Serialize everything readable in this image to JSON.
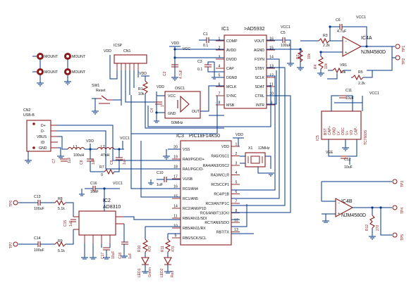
{
  "schematic": {
    "mount_holes": [
      "MOUNT",
      "MOUNT",
      "MOUNT",
      "MOUNT"
    ],
    "icsp": {
      "ref": "ICSP",
      "conn": "CN1",
      "vdd": "VDD"
    },
    "reset": {
      "ref": "SW1",
      "label": "Reset"
    },
    "usb": {
      "ref": "CN2",
      "type": "USB-B",
      "pins": [
        "D+",
        "D-",
        "VBUS",
        "ID",
        "GND"
      ]
    },
    "ic1": {
      "ref": "IC1",
      "part": ">AD5932",
      "left_pins": [
        {
          "n": "1",
          "name": "COMP"
        },
        {
          "n": "2",
          "name": "AVDD"
        },
        {
          "n": "3",
          "name": "DVDD"
        },
        {
          "n": "4",
          "name": "CAP"
        },
        {
          "n": "5",
          "name": "DGND"
        },
        {
          "n": "6",
          "name": "MCLK"
        },
        {
          "n": "7",
          "name": "SYNC"
        },
        {
          "n": "8",
          "name": "MSB"
        }
      ],
      "right_pins": [
        {
          "n": "16",
          "name": "VOUT"
        },
        {
          "n": "15",
          "name": "AGND"
        },
        {
          "n": "14",
          "name": "FSYN"
        },
        {
          "n": "13",
          "name": "STBY"
        },
        {
          "n": "12",
          "name": "SCLK"
        },
        {
          "n": "11",
          "name": "SDAT"
        },
        {
          "n": "10",
          "name": "CTRL"
        },
        {
          "n": "9",
          "name": "INTR"
        }
      ]
    },
    "ic3": {
      "ref": "IC3",
      "part": "PIC18F14K50",
      "left_pins": [
        {
          "n": "20",
          "name": "VSS"
        },
        {
          "n": "19",
          "name": "RA0/PGD/D+"
        },
        {
          "n": "18",
          "name": "RA1/PGC/D-"
        },
        {
          "n": "17",
          "name": "VUSB"
        },
        {
          "n": "16",
          "name": "RC0/AN4"
        },
        {
          "n": "15",
          "name": "RC1/AN5"
        },
        {
          "n": "14",
          "name": "RC2/AN6/P1D"
        },
        {
          "n": "11",
          "name": "RB6/AN11/SDI"
        },
        {
          "n": "10",
          "name": "RB5/AN11/RX"
        },
        {
          "n": "9",
          "name": "RB6/SCK/SCL"
        }
      ],
      "right_pins": [
        {
          "n": "1",
          "name": "VDD"
        },
        {
          "n": "2",
          "name": "RA5/OSC1"
        },
        {
          "n": "3",
          "name": "RA4/AN3/OSC2"
        },
        {
          "n": "4",
          "name": "RA3/MCLR"
        },
        {
          "n": "5",
          "name": "RC5/CCP1"
        },
        {
          "n": "6",
          "name": "RC4/P1B"
        },
        {
          "n": "7",
          "name": "RC3/AN7/P1C"
        },
        {
          "n": "8",
          "name": "RC6/AN8/T13CKI"
        },
        {
          "n": "12",
          "name": "RC7/AN9/SDO"
        },
        {
          "n": "13",
          "name": "RB7/TX"
        }
      ]
    },
    "osc": {
      "ref": "OSC1",
      "label": "50MHz",
      "pins": [
        "VCC",
        "GND",
        "OUT"
      ]
    },
    "crystal": {
      "ref": "X1",
      "label": "12MHz"
    },
    "ic2": {
      "ref": "IC2",
      "part": "AD8310"
    },
    "ic4a": {
      "ref": "IC4A",
      "part": "NJM4580D"
    },
    "ic4b": {
      "ref": "IC4B",
      "part": "NJM4580D"
    },
    "ic5": {
      "ref": "IC5",
      "part": "TC7660S",
      "pins": [
        "BST",
        "CAP+",
        "GND",
        "LV",
        "OSC",
        "V+",
        "VO",
        "CAP-"
      ]
    },
    "caps": [
      {
        "ref": "C1",
        "val": "0.1"
      },
      {
        "ref": "C2",
        "val": "4.7uF"
      },
      {
        "ref": "C3",
        "val": "0.1"
      },
      {
        "ref": "C4",
        "val": "1"
      },
      {
        "ref": "C5",
        "val": "100uF"
      },
      {
        "ref": "C6",
        "val": "4.7uF"
      },
      {
        "ref": "C7",
        "val": "1uF"
      },
      {
        "ref": "C8",
        "val": "1uF"
      },
      {
        "ref": "C9",
        "val": "1uF"
      },
      {
        "ref": "C10",
        "val": "1uF"
      },
      {
        "ref": "C11",
        "val": "10uF"
      },
      {
        "ref": "C12",
        "val": "10uF"
      },
      {
        "ref": "C13",
        "val": "100uF"
      },
      {
        "ref": "C14",
        "val": "100uF"
      },
      {
        "ref": "C15",
        "val": "1uF"
      },
      {
        "ref": "C16",
        "val": "10uF"
      },
      {
        "ref": "C17",
        "val": "10uF"
      },
      {
        "ref": "C18",
        "val": "1uF"
      }
    ],
    "resistors": [
      {
        "ref": "R1",
        "val": "10k"
      },
      {
        "ref": "R2",
        "val": "10k"
      },
      {
        "ref": "R3",
        "val": "2.2k"
      },
      {
        "ref": "R4",
        "val": "10k"
      },
      {
        "ref": "R5",
        "val": "2.2k"
      },
      {
        "ref": "R7",
        "val": "0"
      },
      {
        "ref": "R8",
        "val": "5.1k"
      },
      {
        "ref": "R9",
        "val": "5.1k"
      },
      {
        "ref": "R10",
        "val": "470"
      },
      {
        "ref": "R11",
        "val": "470"
      },
      {
        "ref": "R12",
        "val": "270"
      }
    ],
    "inductors": [
      {
        "ref": "L1",
        "val": "100uH"
      },
      {
        "ref": "L2",
        "val": "47uH"
      }
    ],
    "vr1": {
      "ref": "VR1",
      "val": "10k"
    },
    "leds": [
      {
        "ref": "LED1",
        "val": "Green"
      },
      {
        "ref": "LED2",
        "val": "Red"
      }
    ],
    "test_points": [
      "TP1",
      "TP2",
      "TP3",
      "TP4",
      "TP5",
      "TP6",
      "TP7"
    ],
    "supply_labels": {
      "vdd": "VDD",
      "vcc": "VCC",
      "vee": "VEE",
      "vcc1": "VCC1"
    }
  }
}
